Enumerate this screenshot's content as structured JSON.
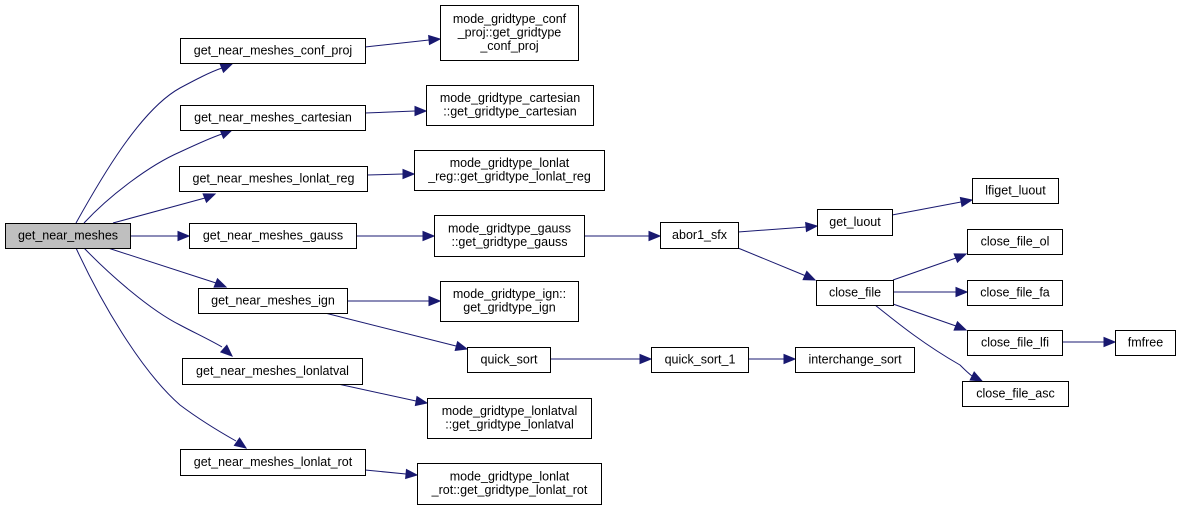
{
  "graph": {
    "type": "call-graph",
    "root": "get_near_meshes",
    "nodes": [
      {
        "id": "get_near_meshes",
        "lines": [
          "get_near_meshes"
        ],
        "highlighted": true
      },
      {
        "id": "get_near_meshes_conf_proj",
        "lines": [
          "get_near_meshes_conf_proj"
        ]
      },
      {
        "id": "get_near_meshes_cartesian",
        "lines": [
          "get_near_meshes_cartesian"
        ]
      },
      {
        "id": "get_near_meshes_lonlat_reg",
        "lines": [
          "get_near_meshes_lonlat_reg"
        ]
      },
      {
        "id": "get_near_meshes_gauss",
        "lines": [
          "get_near_meshes_gauss"
        ]
      },
      {
        "id": "get_near_meshes_ign",
        "lines": [
          "get_near_meshes_ign"
        ]
      },
      {
        "id": "get_near_meshes_lonlatval",
        "lines": [
          "get_near_meshes_lonlatval"
        ]
      },
      {
        "id": "get_near_meshes_lonlat_rot",
        "lines": [
          "get_near_meshes_lonlat_rot"
        ]
      },
      {
        "id": "mode_gridtype_conf_proj",
        "lines": [
          "mode_gridtype_conf",
          "_proj::get_gridtype",
          "_conf_proj"
        ]
      },
      {
        "id": "mode_gridtype_cartesian",
        "lines": [
          "mode_gridtype_cartesian",
          "::get_gridtype_cartesian"
        ]
      },
      {
        "id": "mode_gridtype_lonlat_reg",
        "lines": [
          "mode_gridtype_lonlat",
          "_reg::get_gridtype_lonlat_reg"
        ]
      },
      {
        "id": "mode_gridtype_gauss",
        "lines": [
          "mode_gridtype_gauss",
          "::get_gridtype_gauss"
        ]
      },
      {
        "id": "abor1_sfx",
        "lines": [
          "abor1_sfx"
        ]
      },
      {
        "id": "get_luout",
        "lines": [
          "get_luout"
        ]
      },
      {
        "id": "lfiget_luout",
        "lines": [
          "lfiget_luout"
        ]
      },
      {
        "id": "close_file",
        "lines": [
          "close_file"
        ]
      },
      {
        "id": "close_file_ol",
        "lines": [
          "close_file_ol"
        ]
      },
      {
        "id": "close_file_fa",
        "lines": [
          "close_file_fa"
        ]
      },
      {
        "id": "close_file_lfi",
        "lines": [
          "close_file_lfi"
        ]
      },
      {
        "id": "fmfree",
        "lines": [
          "fmfree"
        ]
      },
      {
        "id": "close_file_asc",
        "lines": [
          "close_file_asc"
        ]
      },
      {
        "id": "mode_gridtype_ign",
        "lines": [
          "mode_gridtype_ign::",
          "get_gridtype_ign"
        ]
      },
      {
        "id": "quick_sort",
        "lines": [
          "quick_sort"
        ]
      },
      {
        "id": "quick_sort_1",
        "lines": [
          "quick_sort_1"
        ]
      },
      {
        "id": "interchange_sort",
        "lines": [
          "interchange_sort"
        ]
      },
      {
        "id": "mode_gridtype_lonlatval",
        "lines": [
          "mode_gridtype_lonlatval",
          "::get_gridtype_lonlatval"
        ]
      },
      {
        "id": "mode_gridtype_lonlat_rot",
        "lines": [
          "mode_gridtype_lonlat",
          "_rot::get_gridtype_lonlat_rot"
        ]
      }
    ],
    "edges": [
      {
        "from": "get_near_meshes",
        "to": "get_near_meshes_conf_proj"
      },
      {
        "from": "get_near_meshes",
        "to": "get_near_meshes_cartesian"
      },
      {
        "from": "get_near_meshes",
        "to": "get_near_meshes_lonlat_reg"
      },
      {
        "from": "get_near_meshes",
        "to": "get_near_meshes_gauss"
      },
      {
        "from": "get_near_meshes",
        "to": "get_near_meshes_ign"
      },
      {
        "from": "get_near_meshes",
        "to": "get_near_meshes_lonlatval"
      },
      {
        "from": "get_near_meshes",
        "to": "get_near_meshes_lonlat_rot"
      },
      {
        "from": "get_near_meshes_conf_proj",
        "to": "mode_gridtype_conf_proj"
      },
      {
        "from": "get_near_meshes_cartesian",
        "to": "mode_gridtype_cartesian"
      },
      {
        "from": "get_near_meshes_lonlat_reg",
        "to": "mode_gridtype_lonlat_reg"
      },
      {
        "from": "get_near_meshes_gauss",
        "to": "mode_gridtype_gauss"
      },
      {
        "from": "mode_gridtype_gauss",
        "to": "abor1_sfx"
      },
      {
        "from": "abor1_sfx",
        "to": "get_luout"
      },
      {
        "from": "abor1_sfx",
        "to": "close_file"
      },
      {
        "from": "get_luout",
        "to": "lfiget_luout"
      },
      {
        "from": "close_file",
        "to": "close_file_ol"
      },
      {
        "from": "close_file",
        "to": "close_file_fa"
      },
      {
        "from": "close_file",
        "to": "close_file_lfi"
      },
      {
        "from": "close_file",
        "to": "close_file_asc"
      },
      {
        "from": "close_file_lfi",
        "to": "fmfree"
      },
      {
        "from": "get_near_meshes_ign",
        "to": "mode_gridtype_ign"
      },
      {
        "from": "get_near_meshes_ign",
        "to": "quick_sort"
      },
      {
        "from": "quick_sort",
        "to": "quick_sort_1"
      },
      {
        "from": "quick_sort_1",
        "to": "interchange_sort"
      },
      {
        "from": "get_near_meshes_lonlatval",
        "to": "mode_gridtype_lonlatval"
      },
      {
        "from": "get_near_meshes_lonlat_rot",
        "to": "mode_gridtype_lonlat_rot"
      }
    ],
    "colors": {
      "edge": "#191970",
      "node_border": "#000000",
      "node_fill": "#ffffff",
      "root_fill": "#bfbfbf"
    }
  }
}
